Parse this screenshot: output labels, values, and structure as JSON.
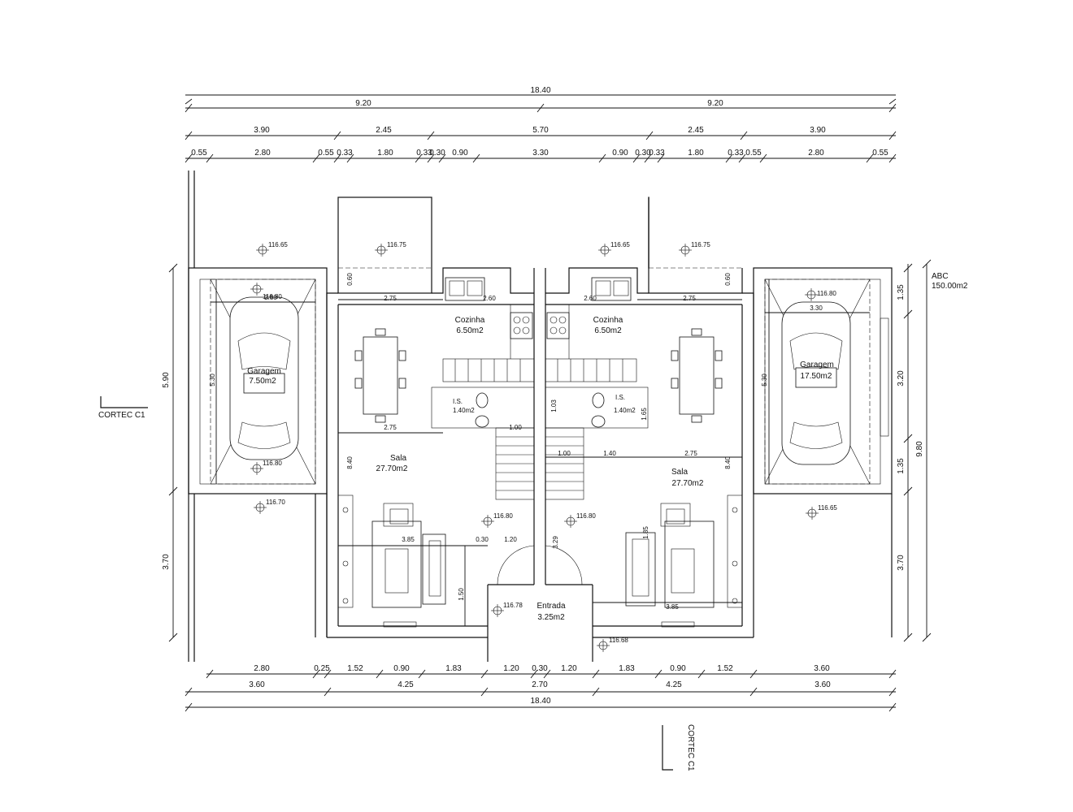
{
  "top_dims": {
    "total": "18.40",
    "halves": [
      "9.20",
      "9.20"
    ],
    "row3": [
      "3.90",
      "2.45",
      "5.70",
      "2.45",
      "3.90"
    ],
    "row4": [
      "0.55",
      "2.80",
      "0.55",
      "0.33",
      "1.80",
      "0.33",
      "0.30",
      "0.90",
      "3.30",
      "0.90",
      "0.30",
      "0.33",
      "1.80",
      "0.33",
      "0.55",
      "2.80",
      "0.55"
    ]
  },
  "bottom_dims": {
    "row1": [
      "2.80",
      "0.25",
      "1.52",
      "0.90",
      "1.83",
      "1.20",
      "0.30",
      "1.20",
      "1.83",
      "0.90",
      "1.52",
      "3.60"
    ],
    "row2": [
      "3.60",
      "4.25",
      "2.70",
      "4.25",
      "3.60"
    ],
    "total": "18.40"
  },
  "left_dims": [
    "5.90",
    "3.70"
  ],
  "right_dims": [
    "1.35",
    "3.20",
    "1.35",
    "3.70",
    "9.80"
  ],
  "area_label": {
    "name": "ABC",
    "value": "150.00m2"
  },
  "sections": {
    "left": "CORTEC C1",
    "bottom": "CORTEC C1"
  },
  "rooms": {
    "garage_left": {
      "name": "Garagem",
      "area": "7.50m2"
    },
    "garage_right": {
      "name": "Garagem",
      "area": "17.50m2"
    },
    "kitchen_left": {
      "name": "Cozinha",
      "area": "6.50m2"
    },
    "kitchen_right": {
      "name": "Cozinha",
      "area": "6.50m2"
    },
    "living_left": {
      "name": "Sala",
      "area": "27.70m2"
    },
    "living_right": {
      "name": "Sala",
      "area": "27.70m2"
    },
    "entry": {
      "name": "Entrada",
      "area": "3.25m2"
    },
    "wc_left": {
      "name": "I.S.",
      "area": "1.40m2"
    },
    "wc_right": {
      "name": "I.S.",
      "area": "1.40m2"
    }
  },
  "inner_dims": {
    "k_left_275": "2.75",
    "k_left_260": "2.60",
    "k_left_060": "0.60",
    "k_right_275": "2.75",
    "k_right_260": "2.60",
    "k_right_060": "0.60",
    "g_left_280": "2.80",
    "g_left_530": "5.30",
    "g_right_330": "3.30",
    "g_right_530": "5.30",
    "l_275": "2.75",
    "l_100": "1.00",
    "l_840": "8.40",
    "l_385": "3.85",
    "l_030": "0.30",
    "l_120": "1.20",
    "l_150": "1.50",
    "r_100": "1.00",
    "r_140": "1.40",
    "r_275": "2.75",
    "r_840": "8.40",
    "r_385": "3.85",
    "r_185": "1.85",
    "r_165": "1.65",
    "r_329": "3.29",
    "r_103": "1.03"
  },
  "levels": {
    "l1": "116.65",
    "l2": "116.75",
    "l3": "116.65",
    "l4": "116.75",
    "g1": "116.80",
    "g2": "116.80",
    "g3": "116.80",
    "o1": "116.70",
    "o2": "116.80",
    "o3": "116.80",
    "o4": "116.65",
    "e1": "116.78",
    "e2": "116.68"
  }
}
